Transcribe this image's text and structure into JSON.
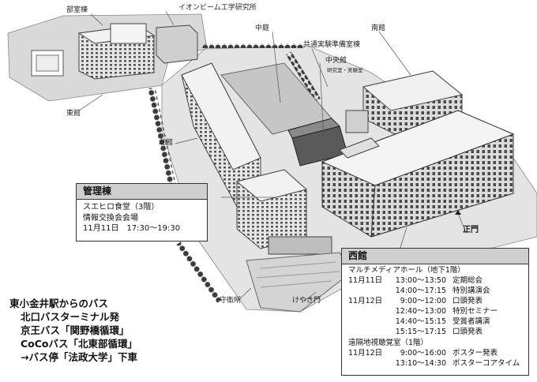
{
  "map_labels": {
    "bukashitsu": "部室棟",
    "ion_beam": "イオンビーム工学研究所",
    "nakaniwa": "中庭",
    "nankan": "南館",
    "kyotsu": "共通実験準備室棟",
    "chuokan": "中央館",
    "chuokan_sub": "研究室・実験室",
    "tokan": "東館",
    "hokkan": "北館",
    "seimon": "正門",
    "shueisho": "守衛所",
    "keyaki": "けやき門"
  },
  "kanri": {
    "title": "管理棟",
    "line1": "スエヒロ食堂（3階）",
    "line2": "情報交換会会場",
    "line3": "11月11日　17:30～19:30"
  },
  "nishi": {
    "title": "西館",
    "hall": "マルチメディアホール（地下1階）",
    "rows": [
      {
        "date": "11月11日",
        "time": "13:00～13:50",
        "event": "定期総会"
      },
      {
        "date": "",
        "time": "14:00～17:15",
        "event": "特別講演会"
      },
      {
        "date": "11月12日",
        "time": "9:00～12:00",
        "event": "口頭発表"
      },
      {
        "date": "",
        "time": "12:40～13:00",
        "event": "特別セミナー"
      },
      {
        "date": "",
        "time": "14:40～15:15",
        "event": "受賞者講演"
      },
      {
        "date": "",
        "time": "15:15～17:15",
        "event": "口頭発表"
      }
    ],
    "room2": "遠隔地視聴覚室（1階）",
    "rows2": [
      {
        "date": "11月12日",
        "time": "9:00～16:00",
        "event": "ポスター発表"
      },
      {
        "date": "",
        "time": "13:10～14:30",
        "event": "ポスターコアタイム"
      }
    ]
  },
  "bus": {
    "line1": "東小金井駅からのバス",
    "line2": "北口バスターミナル発",
    "line3": "京王バス「関野橋循環」",
    "line4": "CoCoバス「北東部循環」",
    "line5": "→バス停「法政大学」下車"
  }
}
